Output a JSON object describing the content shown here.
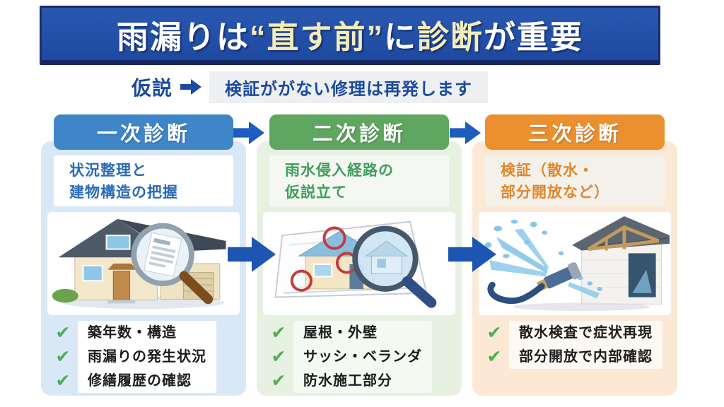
{
  "banner": {
    "part1": "雨漏りは",
    "part2": "“直す前”",
    "part3": "に",
    "part4": "診断",
    "part5": "が重要",
    "bg_color": "#234fa6",
    "border_color": "#1b2e6e",
    "highlight_color": "#f2edbb"
  },
  "hypothesis_note": {
    "label": "仮説",
    "text": "検証ががない修理は再発します",
    "text_color": "#1b4a9e"
  },
  "icons": {
    "check": "✔",
    "flow_arrow": "right-arrow",
    "arrow_color": "#1d55b2"
  },
  "stages": [
    {
      "header": "一次診断",
      "description_line1": "状況整理と",
      "description_line2": "建物構造の把握",
      "illustration": "house-with-magnifier",
      "checklist": [
        "築年数・構造",
        "雨漏りの発生状況",
        "修繕履歴の確認"
      ],
      "accent_color": "#3f86c9",
      "panel_color": "#d9e8f7",
      "text_color": "#2a6ab6"
    },
    {
      "header": "二次診断",
      "description_line1": "雨水侵入経路の",
      "description_line2": "仮説立て",
      "illustration": "blueprint-with-magnifier",
      "checklist": [
        "屋根・外壁",
        "サッシ・ベランダ",
        "防水施工部分"
      ],
      "accent_color": "#5fa760",
      "panel_color": "#e7f1e2",
      "text_color": "#3f9e5a"
    },
    {
      "header": "三次診断",
      "description_line1": "検証（散水・",
      "description_line2": "部分開放など）",
      "illustration": "water-spray-test",
      "checklist": [
        "散水検査で症状再現",
        "部分開放で内部確認"
      ],
      "accent_color": "#ec8f2f",
      "panel_color": "#fbe9d5",
      "text_color": "#e0862c"
    }
  ]
}
